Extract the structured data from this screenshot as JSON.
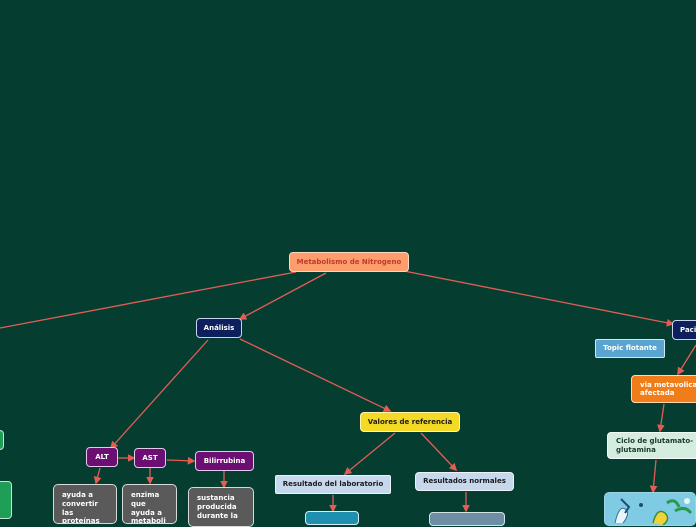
{
  "colors": {
    "background": "#053e31",
    "edge": "#e35d55",
    "root_fill": "#fd9d6c",
    "root_text": "#c0392b",
    "navy": "#0d1f5c",
    "purple": "#6b0f73",
    "yellow": "#f4da24",
    "light_blue": "#c7d7ec",
    "orange": "#f07d1a",
    "mint": "#d5ece0",
    "topic_blue": "#5aa5d0",
    "card_grey": "#5a5a5a"
  },
  "nodes": {
    "root": "Metabolismo de Nitrogeno",
    "analisis": "Análisis",
    "valores": "Valores de referencia",
    "alt": "ALT",
    "ast": "AST",
    "bilirrubina": "Bilirrubina",
    "resultado_lab": "Resultado del laboratorio",
    "resultados_normales": "Resultados normales",
    "paciente": "Paci",
    "topic_flotante": "Topic flotante",
    "via_metavolica": "via metavolica\nafectada",
    "ciclo": "Ciclo de glutamato-\nglutamina"
  },
  "cards": {
    "alt_desc": "ayuda a\nconvertir\nlas\nproteínas",
    "ast_desc": "enzima\nque\nayuda a\nmetaboli",
    "bili_desc": "sustancia\nproducida\ndurante la"
  }
}
